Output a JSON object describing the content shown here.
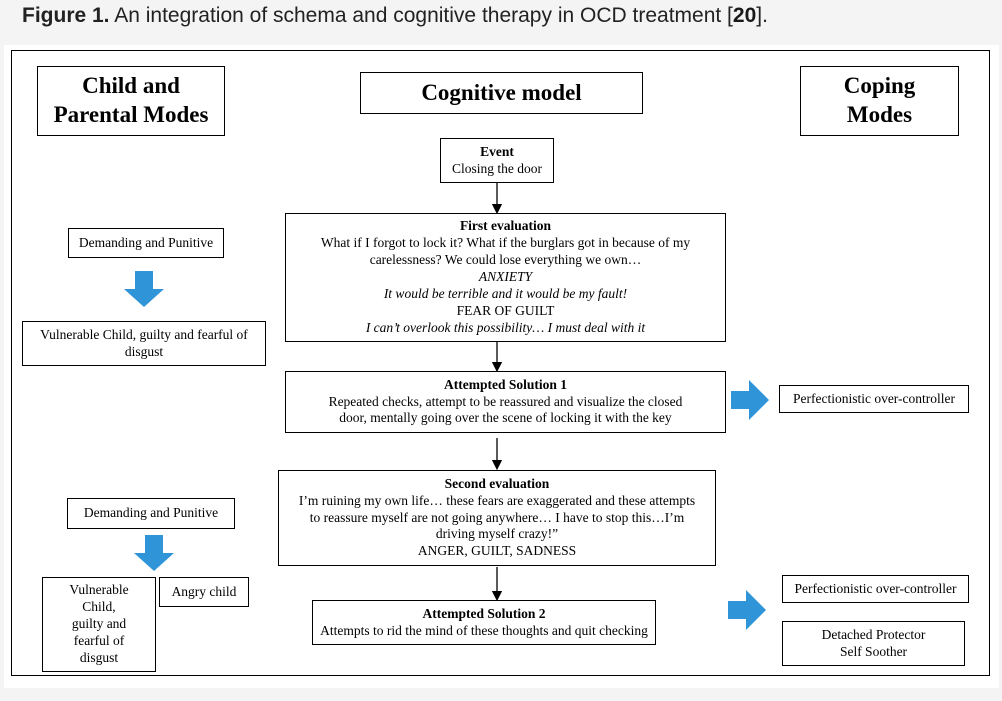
{
  "caption": {
    "label": "Figure 1.",
    "text": "An integration of schema and cognitive therapy in OCD treatment [",
    "ref": "20",
    "end": "]."
  },
  "headers": {
    "left": [
      "Child and",
      "Parental Modes"
    ],
    "center": "Cognitive model",
    "right": [
      "Coping",
      "Modes"
    ]
  },
  "event": {
    "title": "Event",
    "text": "Closing the door"
  },
  "first_evaluation": {
    "title": "First evaluation",
    "lines": [
      "What if I forgot to lock it? What if the burglars got in because of my",
      "carelessness? We could lose everything we own…"
    ],
    "emotion1": "ANXIETY",
    "thought1": "It would be terrible and it would be my fault!",
    "emotion2": "FEAR OF GUILT",
    "thought2": "I can’t overlook this possibility… I must deal with it"
  },
  "attempted_solution_1": {
    "title": "Attempted Solution 1",
    "lines": [
      "Repeated checks, attempt to be reassured and visualize the closed",
      "door, mentally going over the scene of locking it with the key"
    ]
  },
  "second_evaluation": {
    "title": "Second evaluation",
    "lines": [
      "I’m ruining my own life… these fears are exaggerated and these attempts",
      "to reassure myself are not going anywhere… I have to stop this…I’m",
      "driving myself crazy!”"
    ],
    "emotions": "ANGER, GUILT, SADNESS"
  },
  "attempted_solution_2": {
    "title": "Attempted Solution 2",
    "text": "Attempts  to rid the mind of these thoughts and quit checking"
  },
  "left_modes": {
    "top_parent": "Demanding and Punitive",
    "top_child": [
      "Vulnerable Child, guilty  and fearful of",
      "disgust"
    ],
    "bottom_parent": "Demanding and Punitive",
    "bottom_child": [
      "Vulnerable",
      "Child,",
      "guilty  and",
      "fearful of",
      "disgust"
    ],
    "angry_child": "Angry child"
  },
  "right_modes": {
    "coping1": "Perfectionistic over-controller",
    "coping2": "Perfectionistic over-controller",
    "coping3": [
      "Detached Protector",
      "Self Soother"
    ]
  },
  "colors": {
    "arrow_blue": "#2f95d8",
    "border": "#000000"
  }
}
